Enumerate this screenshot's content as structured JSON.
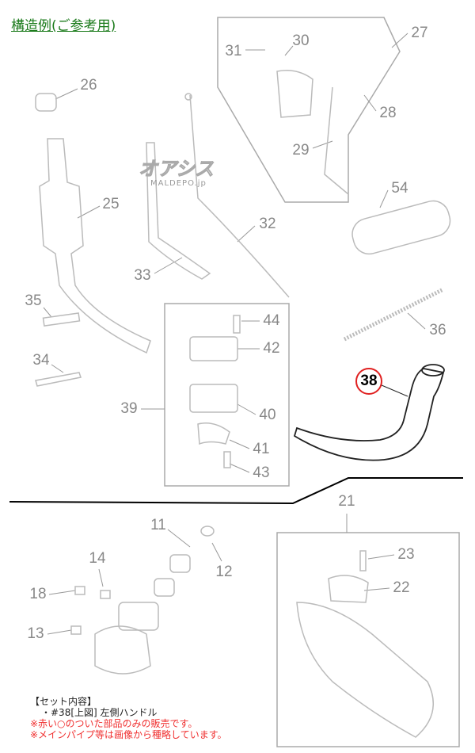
{
  "title": "構造例(ご参考用)",
  "watermark": {
    "logo": "オアシス",
    "site": "MALDEPO.jp"
  },
  "highlight_color": "#e02020",
  "parts": {
    "p31": "31",
    "p30": "30",
    "p27": "27",
    "p26": "26",
    "p28": "28",
    "p29": "29",
    "p25": "25",
    "p32": "32",
    "p54": "54",
    "p33": "33",
    "p35": "35",
    "p36": "36",
    "p44": "44",
    "p42": "42",
    "p34": "34",
    "p39": "39",
    "p40": "40",
    "p38": "38",
    "p41": "41",
    "p43": "43",
    "p21": "21",
    "p11": "11",
    "p12": "12",
    "p14": "14",
    "p23": "23",
    "p18": "18",
    "p22": "22",
    "p13": "13"
  },
  "notes": {
    "set_heading": "【セット内容】",
    "set_item": "・#38[上図] 左側ハンドル",
    "note1": "※赤い○のついた部品のみの販売です。",
    "note2": "※メインパイプ等は画像から種略しています。"
  }
}
